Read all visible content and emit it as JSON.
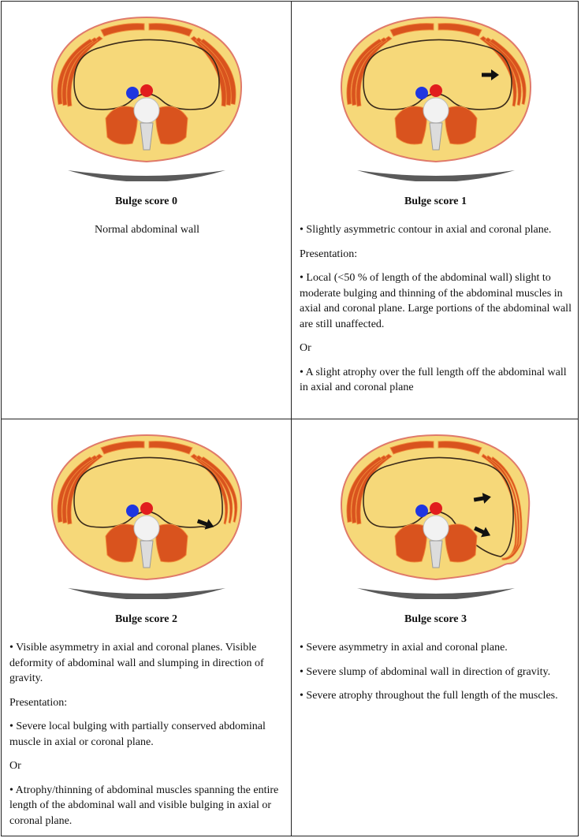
{
  "panels": [
    {
      "title": "Bulge score 0",
      "paragraphs": [
        "Normal abdominal wall"
      ]
    },
    {
      "title": "Bulge score 1",
      "paragraphs": [
        "• Slightly asymmetric contour in axial and coronal plane.",
        "Presentation:",
        "• Local (<50 % of length of the abdominal wall) slight to moderate bulging and thinning of the abdominal muscles in axial and coronal plane. Large portions of the abdominal wall are still unaffected.",
        "Or",
        "• A slight atrophy over the full length off the abdominal wall in axial and coronal plane"
      ]
    },
    {
      "title": "Bulge score 2",
      "paragraphs": [
        "• Visible asymmetry in axial and coronal planes. Visible deformity of abdominal wall and slumping in direction of gravity.",
        "Presentation:",
        "• Severe local bulging with partially conserved abdominal muscle in axial or coronal plane.",
        "Or",
        "• Atrophy/thinning of abdominal muscles spanning the entire length of the abdominal wall and visible bulging in axial or coronal plane."
      ]
    },
    {
      "title": "Bulge score 3",
      "paragraphs": [
        "• Severe asymmetry in axial and coronal plane.",
        "• Severe slump of abdominal wall in direction of gravity.",
        "• Severe atrophy throughout the full length of the muscles."
      ]
    }
  ],
  "colors": {
    "skin_outline": "#e07a6a",
    "fat": "#f6d879",
    "muscle": "#d9531e",
    "muscle_stripe": "#f08a3a",
    "cavity_line": "#3a2a1a",
    "aorta": "#e11d1d",
    "vena_cava": "#1f36e0",
    "vertebra": "#f2f2f2",
    "table_shadow": "#5a5a5a",
    "arrow": "#111111"
  }
}
